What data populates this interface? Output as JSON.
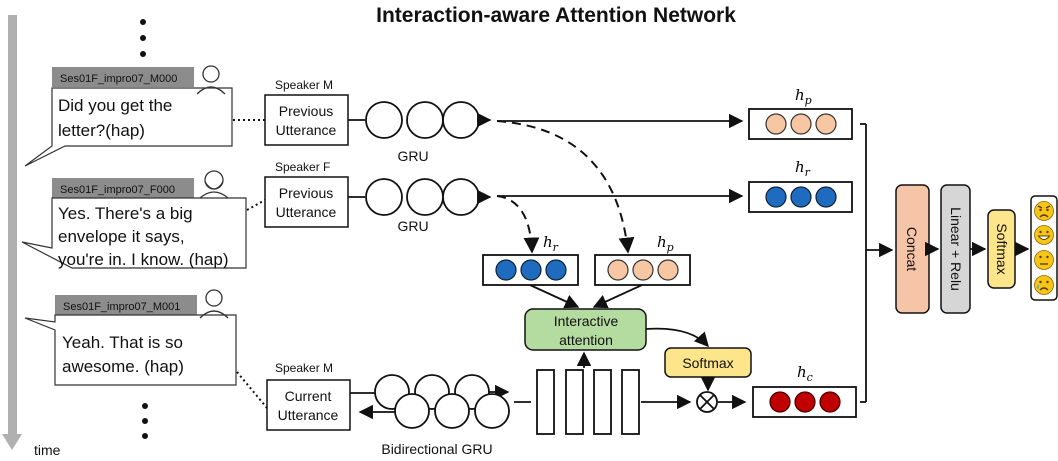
{
  "title": "Interaction-aware Attention Network",
  "time_label": "time",
  "dialog": [
    {
      "tag": "Ses01F_impro07_M000",
      "lines": [
        "Did you get the",
        "letter?(hap)"
      ]
    },
    {
      "tag": "Ses01F_impro07_F000",
      "lines": [
        "Yes.  There's a big",
        "envelope it says,",
        "you're in. I know. (hap)"
      ]
    },
    {
      "tag": "Ses01F_impro07_M001",
      "lines": [
        "Yeah. That is so",
        "awesome. (hap)"
      ]
    }
  ],
  "speakers": {
    "m1": "Speaker M",
    "f": "Speaker F",
    "m2": "Speaker M"
  },
  "boxes": {
    "prev_line1": "Previous",
    "prev_line2": "Utterance",
    "cur_line1": "Current",
    "cur_line2": "Utterance"
  },
  "gru_label": "GRU",
  "bigru_label": "Bidirectional GRU",
  "vectors": {
    "hp": "h",
    "hp_sub": "p",
    "hr": "h",
    "hr_sub": "r",
    "hc": "h",
    "hc_sub": "c"
  },
  "interactive_attention": [
    "Interactive",
    "attention"
  ],
  "softmax": "Softmax",
  "concat": "Concat",
  "linear_relu": "Linear + Relu",
  "softmax_out": "Softmax",
  "emojis": [
    "angry-face-icon",
    "grinning-face-icon",
    "neutral-face-icon",
    "sad-face-icon"
  ],
  "colors": {
    "peach": "#f7c6a3",
    "blue": "#1f6bbf",
    "red": "#c00000",
    "green": "#b5dca0",
    "yellow": "#fde58c",
    "concat": "#f6c5a8",
    "linear": "#d6d6d6",
    "emoji": "#f5c518",
    "tag_bg": "#8c8c8c",
    "time_arrow": "#b0b0b0"
  }
}
